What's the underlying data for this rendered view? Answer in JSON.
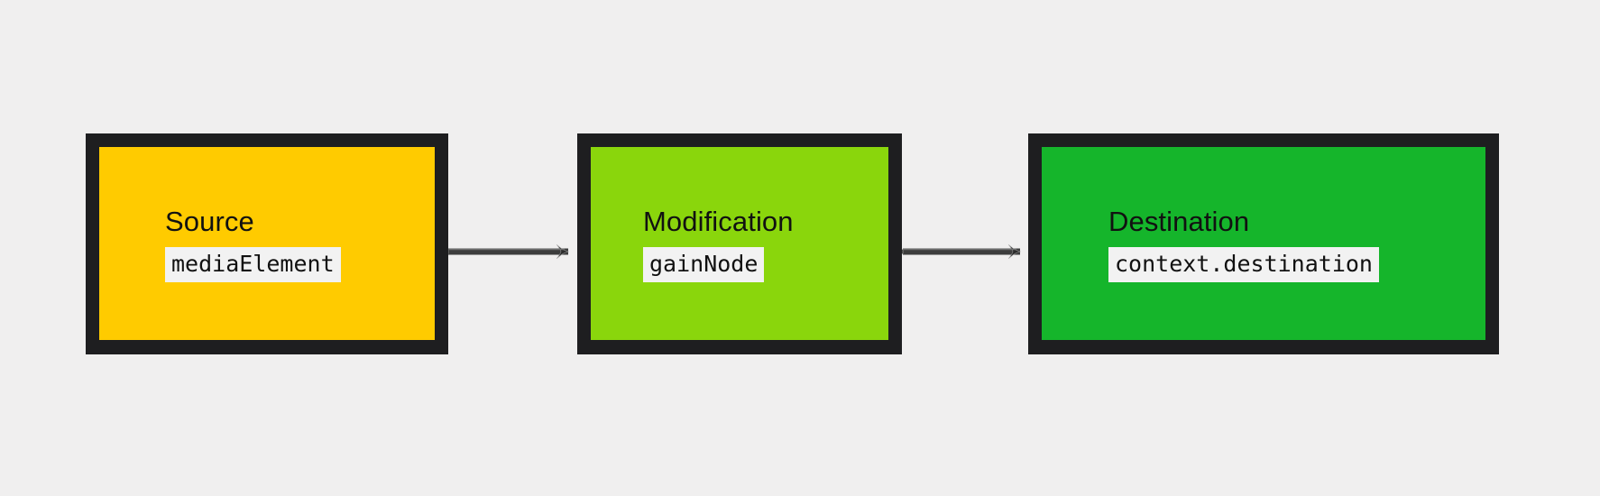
{
  "diagram": {
    "type": "flowchart-left-to-right",
    "background_color": "#f0efef",
    "node_border_color": "#1e1e20",
    "edge_color": "#3f3f3f",
    "nodes": [
      {
        "id": "source",
        "title": "Source",
        "code": "mediaElement",
        "fill_color": "#ffcb00"
      },
      {
        "id": "modification",
        "title": "Modification",
        "code": "gainNode",
        "fill_color": "#8ad60c"
      },
      {
        "id": "destination",
        "title": "Destination",
        "code": "context.destination",
        "fill_color": "#15b52b"
      }
    ],
    "edges": [
      {
        "id": "source-to-modification",
        "from": "source",
        "to": "modification",
        "label": ""
      },
      {
        "id": "modification-to-destination",
        "from": "modification",
        "to": "destination",
        "label": ""
      }
    ]
  }
}
